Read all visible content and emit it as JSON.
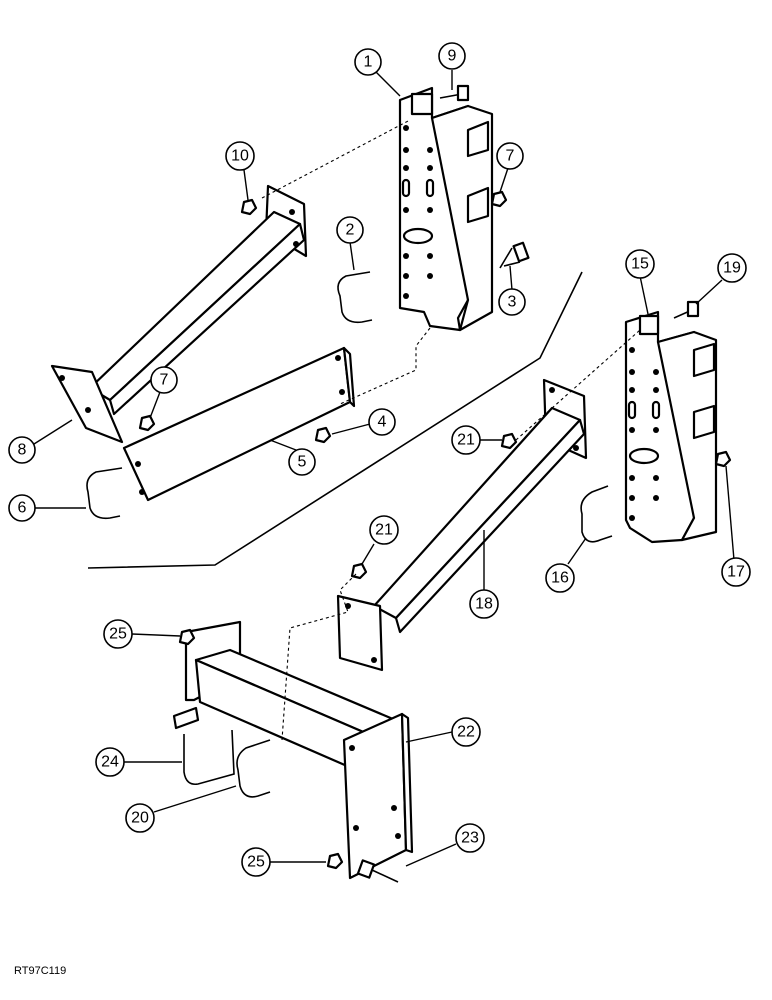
{
  "callouts": {
    "c1": "1",
    "c2": "2",
    "c3": "3",
    "c4": "4",
    "c5": "5",
    "c6": "6",
    "c7a": "7",
    "c7b": "7",
    "c8": "8",
    "c9": "9",
    "c10": "10",
    "c15": "15",
    "c16": "16",
    "c17": "17",
    "c18": "18",
    "c19": "19",
    "c20": "20",
    "c21a": "21",
    "c21b": "21",
    "c22": "22",
    "c23": "23",
    "c24": "24",
    "c25a": "25",
    "c25b": "25"
  },
  "figure_ref": "RT97C119"
}
